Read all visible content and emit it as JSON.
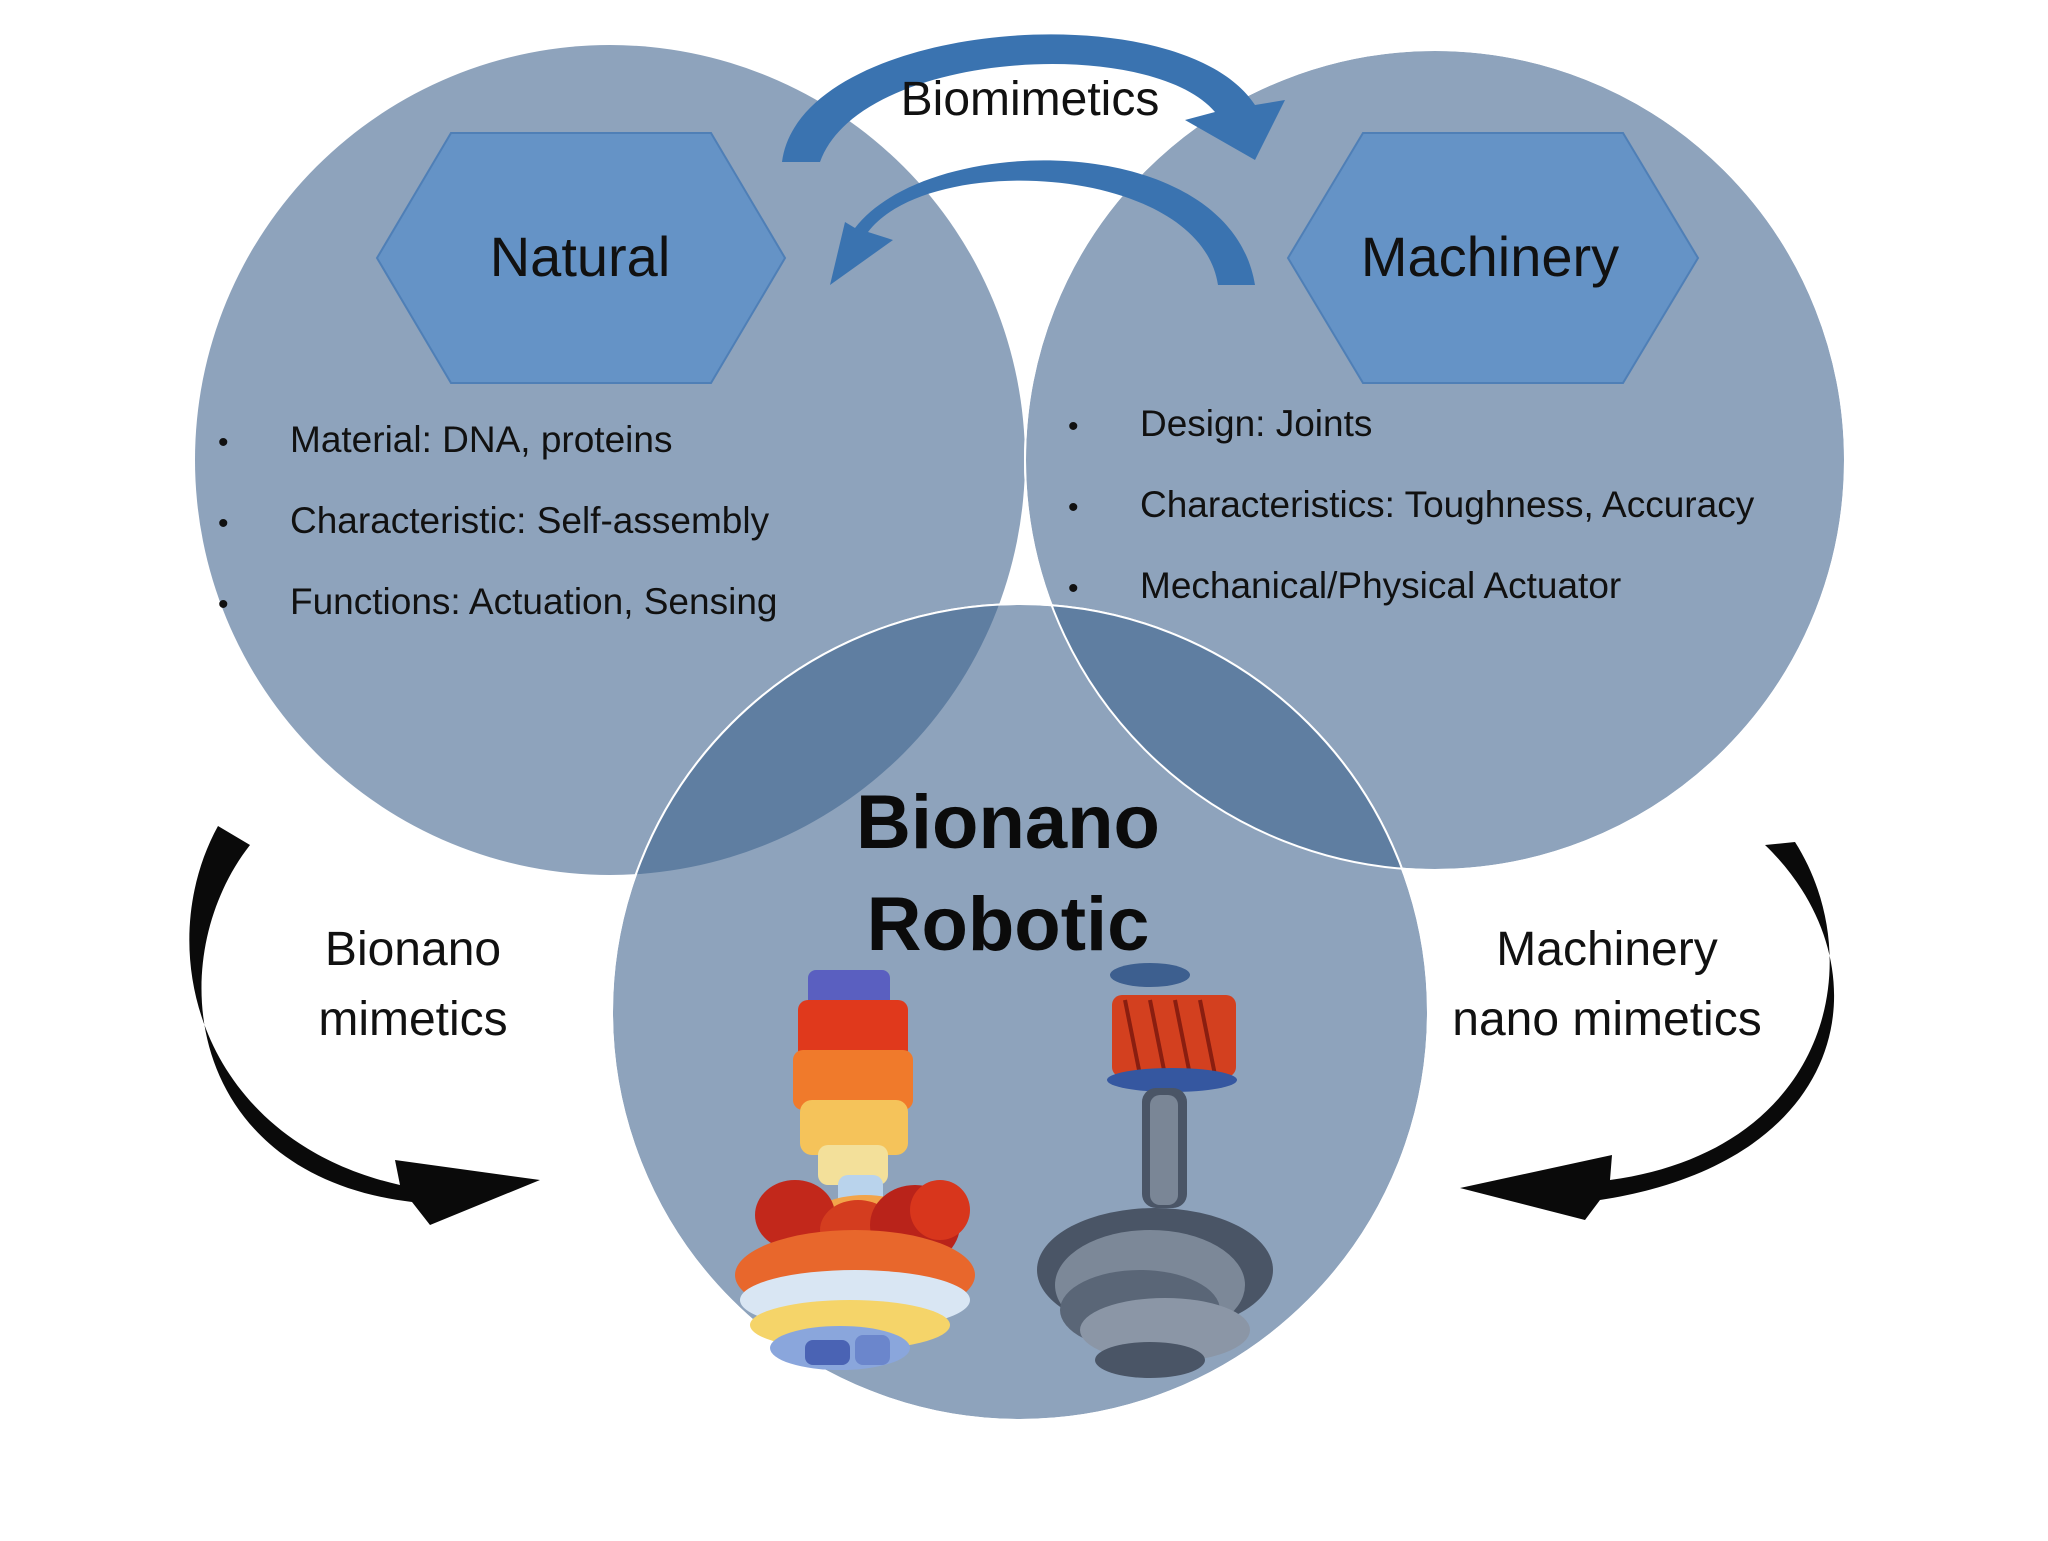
{
  "top_arrow_label": "Biomimetics",
  "natural": {
    "title": "Natural",
    "bullets": [
      "Material: DNA, proteins",
      "Characteristic: Self-assembly",
      "Functions: Actuation, Sensing"
    ]
  },
  "machinery": {
    "title": "Machinery",
    "bullets": [
      "Design: Joints",
      "Characteristics: Toughness, Accuracy",
      "Mechanical/Physical Actuator"
    ]
  },
  "center": {
    "line1": "Bionano",
    "line2": "Robotic"
  },
  "left_arrow_label": {
    "line1": "Bionano",
    "line2": "mimetics"
  },
  "right_arrow_label": {
    "line1": "Machinery",
    "line2": "nano mimetics"
  },
  "bullet_symbol": "•",
  "colors": {
    "circle_fill": "#8ea3bc",
    "overlap_fill": "#5f7ea1",
    "hexagon_fill": "#6593c6",
    "hexagon_stroke": "#4f7fb6",
    "blue_arrow": "#3a73b0",
    "black_arrow": "#0a0a0a"
  }
}
